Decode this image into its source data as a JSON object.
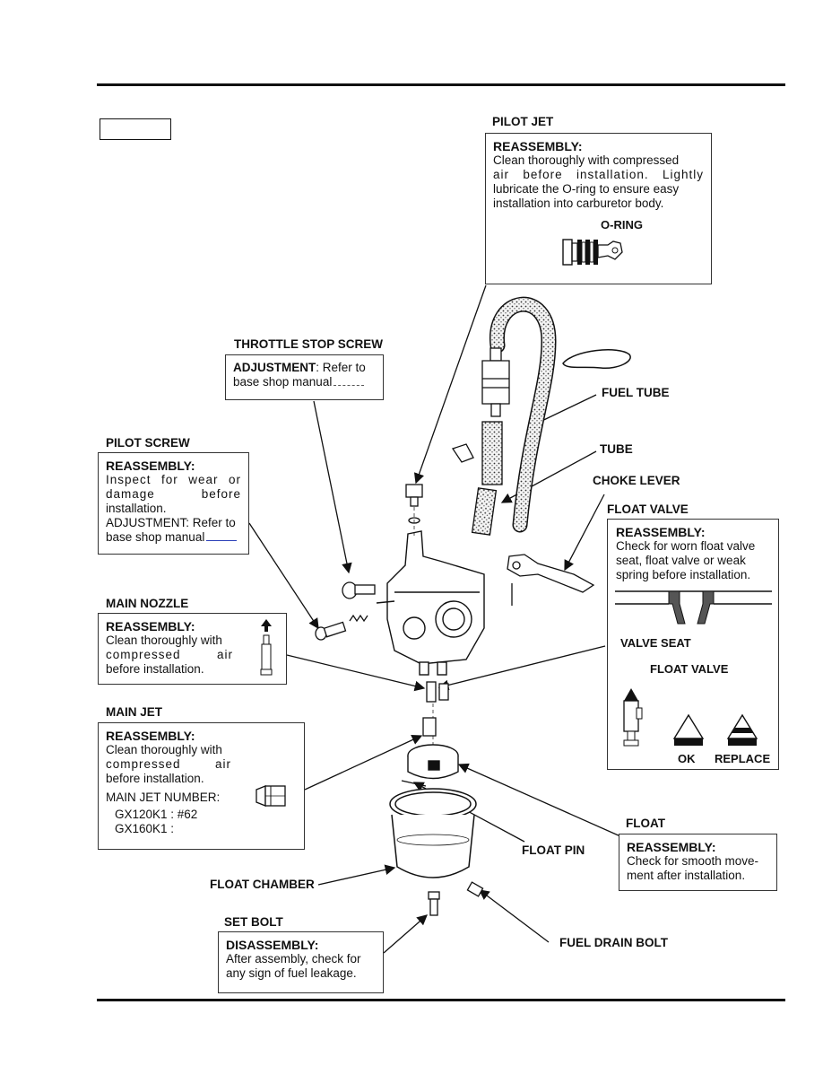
{
  "labels": {
    "pilot_jet": "PILOT JET",
    "throttle_stop_screw": "THROTTLE STOP SCREW",
    "pilot_screw": "PILOT SCREW",
    "fuel_tube": "FUEL TUBE",
    "tube": "TUBE",
    "choke_lever": "CHOKE LEVER",
    "float_valve": "FLOAT VALVE",
    "main_nozzle": "MAIN NOZZLE",
    "main_jet": "MAIN JET",
    "float": "FLOAT",
    "float_pin": "FLOAT PIN",
    "float_chamber": "FLOAT CHAMBER",
    "set_bolt": "SET BOLT",
    "fuel_drain_bolt": "FUEL DRAIN BOLT"
  },
  "boxes": {
    "pilot_jet": {
      "heading": "REASSEMBLY:",
      "lines": [
        "Clean thoroughly with compressed",
        "air before installation. Lightly",
        "lubricate the O-ring to ensure easy",
        "installation into carburetor body."
      ],
      "oring": "O-RING"
    },
    "throttle_stop_screw": {
      "heading": "ADJUSTMENT",
      "lines": [
        ": Refer to",
        "base shop manual"
      ]
    },
    "pilot_screw": {
      "heading": "REASSEMBLY:",
      "lines": [
        "Inspect for wear or",
        "damage before",
        "installation.",
        "ADJUSTMENT: Refer to",
        "base shop manual"
      ]
    },
    "float_valve": {
      "heading": "REASSEMBLY:",
      "lines": [
        "Check for worn float valve",
        "seat, float valve or weak",
        "spring before installation."
      ],
      "valve_seat": "VALVE SEAT",
      "float_valve_label": "FLOAT VALVE",
      "ok": "OK",
      "replace": "REPLACE"
    },
    "main_nozzle": {
      "heading": "REASSEMBLY:",
      "lines": [
        "Clean thoroughly with",
        "compressed air",
        "before installation."
      ]
    },
    "main_jet": {
      "heading": "REASSEMBLY:",
      "lines": [
        "Clean thoroughly with",
        "compressed air",
        "before installation."
      ],
      "number_title": "MAIN JET NUMBER:",
      "numbers": [
        "GX120K1 : #62",
        "GX160K1 :"
      ]
    },
    "float": {
      "heading": "REASSEMBLY:",
      "lines": [
        "Check for smooth move-",
        "ment after installation."
      ]
    },
    "set_bolt": {
      "heading": "DISASSEMBLY:",
      "lines": [
        "After assembly, check for",
        "any sign of fuel leakage."
      ]
    }
  },
  "colors": {
    "ink": "#111111",
    "link_blank": "#2a3fb8"
  }
}
